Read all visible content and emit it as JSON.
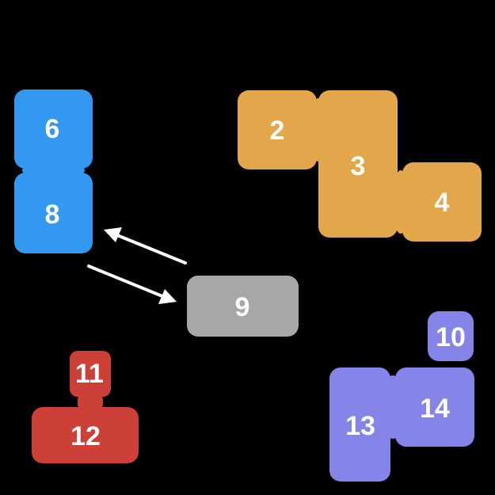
{
  "colors": {
    "blue": "#3399F0",
    "orange": "#E3A64B",
    "gray": "#A6A8A7",
    "red": "#CC4037",
    "purple": "#8585E9",
    "arrow": "#FFFFFF",
    "background": "#000000"
  },
  "tiles": [
    {
      "id": "6",
      "color": "blue"
    },
    {
      "id": "8",
      "color": "blue"
    },
    {
      "id": "2",
      "color": "orange"
    },
    {
      "id": "3",
      "color": "orange"
    },
    {
      "id": "4",
      "color": "orange"
    },
    {
      "id": "9",
      "color": "gray"
    },
    {
      "id": "10",
      "color": "purple"
    },
    {
      "id": "11",
      "color": "red"
    },
    {
      "id": "12",
      "color": "red"
    },
    {
      "id": "13",
      "color": "purple"
    },
    {
      "id": "14",
      "color": "purple"
    }
  ],
  "arrows": [
    {
      "from": "9",
      "to": "8"
    },
    {
      "from": "8",
      "to": "9"
    }
  ]
}
